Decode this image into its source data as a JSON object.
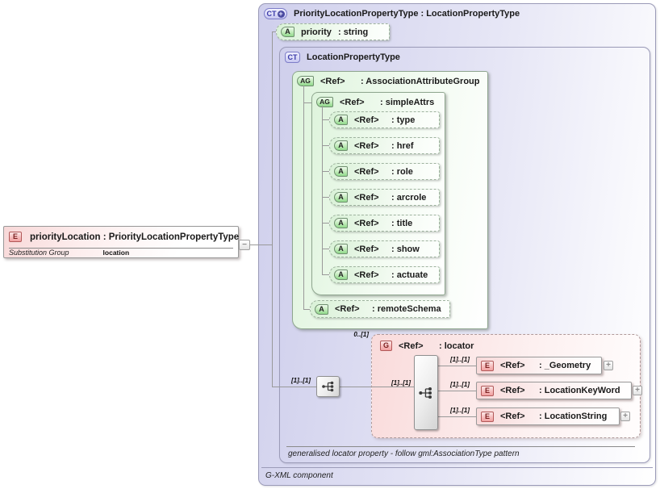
{
  "colors": {
    "lavender_fill": "#d3d3ee",
    "green_fill": "#ddf3db",
    "pink_fill": "#f9dada",
    "container_border": "#9b9bb8",
    "line_gray": "#999999",
    "ct_badge_text": "#3a3aa8",
    "e_badge_text": "#7a1f1f"
  },
  "icons": {
    "derived_plus": "+",
    "expand_plus": "+",
    "collapse_minus": "−"
  },
  "badges": {
    "complex_type": "CT",
    "attribute": "A",
    "attribute_group": "AG",
    "element": "E",
    "group": "G"
  },
  "main_element": {
    "title": "priorityLocation : PriorityLocationPropertyType",
    "substitution_group_label": "Substitution Group",
    "substitution_group_value": "location"
  },
  "outer_type": {
    "title": "PriorityLocationPropertyType : LocationPropertyType",
    "footer": "G-XML component"
  },
  "priority_attribute": {
    "name": "priority",
    "type": ": string"
  },
  "inner_type": {
    "title": "LocationPropertyType",
    "annotation": "generalised locator property  - follow gml:AssociationType pattern"
  },
  "association_group": {
    "name": "<Ref>",
    "type": ": AssociationAttributeGroup"
  },
  "simple_attrs": {
    "name": "<Ref>",
    "type": ": simpleAttrs",
    "attributes": [
      {
        "name": "<Ref>",
        "type": ": type"
      },
      {
        "name": "<Ref>",
        "type": ": href"
      },
      {
        "name": "<Ref>",
        "type": ": role"
      },
      {
        "name": "<Ref>",
        "type": ": arcrole"
      },
      {
        "name": "<Ref>",
        "type": ": title"
      },
      {
        "name": "<Ref>",
        "type": ": show"
      },
      {
        "name": "<Ref>",
        "type": ": actuate"
      }
    ]
  },
  "remote_schema": {
    "name": "<Ref>",
    "type": ": remoteSchema"
  },
  "content_connector": {
    "cardinality": "[1]..[1]"
  },
  "locator_group": {
    "name": "<Ref>",
    "type": ": locator",
    "cardinality": "0..[1]",
    "sequence_cardinality": "[1]..[1]",
    "elements": [
      {
        "name": "<Ref>",
        "type": ": _Geometry",
        "cardinality": "[1]..[1]"
      },
      {
        "name": "<Ref>",
        "type": ": LocationKeyWord",
        "cardinality": "[1]..[1]"
      },
      {
        "name": "<Ref>",
        "type": ": LocationString",
        "cardinality": "[1]..[1]"
      }
    ]
  }
}
